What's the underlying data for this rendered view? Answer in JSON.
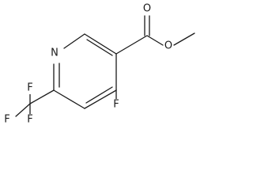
{
  "molecule": {
    "atom_labels": {
      "ring_nitrogen": "N",
      "carbonyl_oxygen": "O",
      "ester_oxygen": "O",
      "ring_fluorine": "F",
      "cf3_fluorine_top": "F",
      "cf3_fluorine_left": "F",
      "cf3_fluorine_bottom": "F"
    },
    "colors": {
      "bond": "#1a1a1a",
      "label": "#1a1a1a",
      "background": "#ffffff"
    }
  }
}
